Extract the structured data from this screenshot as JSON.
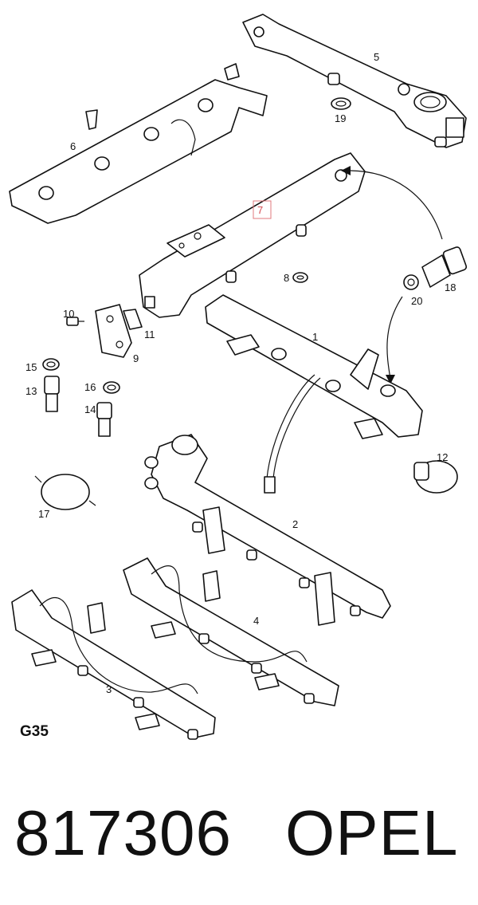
{
  "diagram": {
    "group_code": "G35",
    "highlighted_label": "7",
    "labels": {
      "l1": "1",
      "l2": "2",
      "l3": "3",
      "l4": "4",
      "l5": "5",
      "l6": "6",
      "l8": "8",
      "l9": "9",
      "l10": "10",
      "l11": "11",
      "l12": "12",
      "l13": "13",
      "l14": "14",
      "l15": "15",
      "l16": "16",
      "l17": "17",
      "l18": "18",
      "l19": "19",
      "l20": "20"
    },
    "highlight_color": "#d44a50"
  },
  "footer": {
    "part_number": "817306",
    "brand": "OPEL"
  }
}
